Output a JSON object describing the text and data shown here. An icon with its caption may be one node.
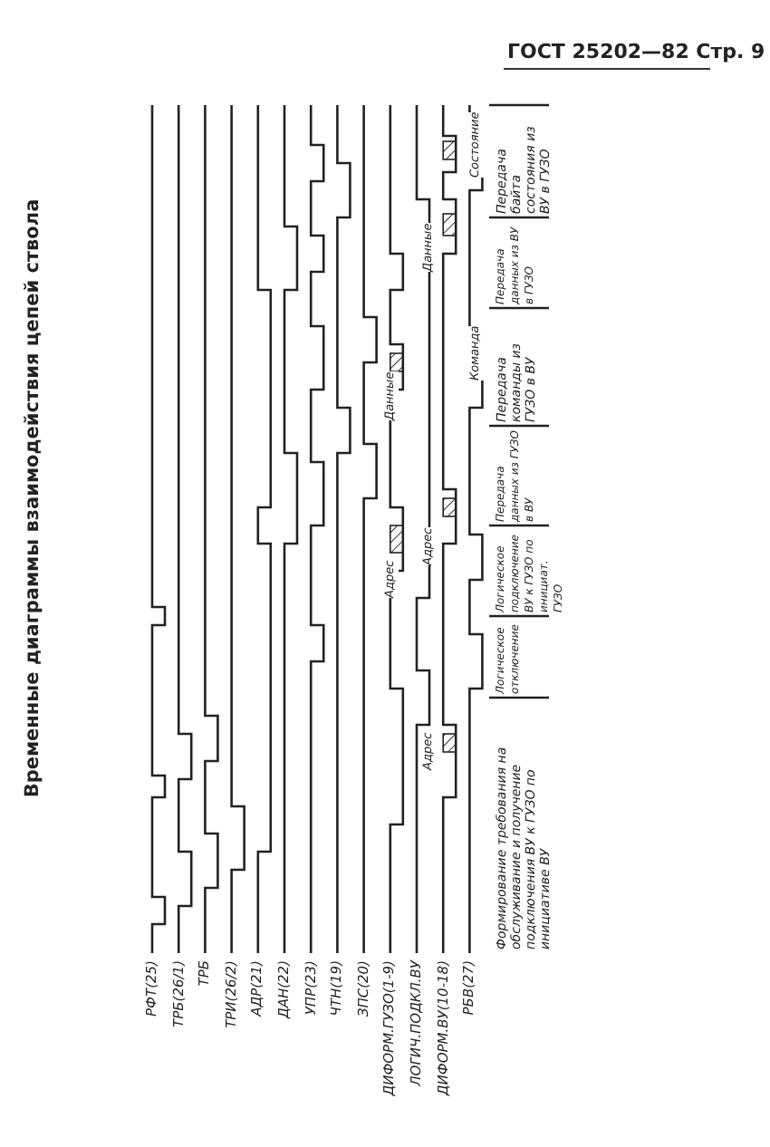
{
  "diagram": {
    "title": "Временные диаграммы взаимодействия цепей ствола",
    "labels": [
      "ГОСТ 25202—82 Стр. 9",
      "РФТ(25)",
      "ТРБ(26/1)",
      "ТРБ",
      "ТРИ(26/2)",
      "АДР(21)",
      "ДАН(22)",
      "УПР(23)",
      "ЧТН(19)",
      "ЗПС(20)",
      "ДИФОРМ.ГУЗО(1-9)",
      "ЛОГИЧ.ПОДКЛ.ВУ",
      "ДИФОРМ.ВУ(10-18)",
      "РБВ(27)",
      "Формирование требования на обслуживание и получение подключения ВУ к ГУЗО по инициативе ВУ",
      "Логическое отключение",
      "Логическое подключение ВУ к ГУЗО по инициат. ГУЗО",
      "Передача данных из ГУЗО в ВУ",
      "Передача команды из ГУЗО в ВУ",
      "Передача данных из ВУ в ГУЗО",
      "Передача байта состояния из ВУ в ГУЗО",
      "Адрес",
      "Адрес",
      "Адрес",
      "Данные",
      "Команда",
      "Данные",
      "Состояние"
    ]
  }
}
